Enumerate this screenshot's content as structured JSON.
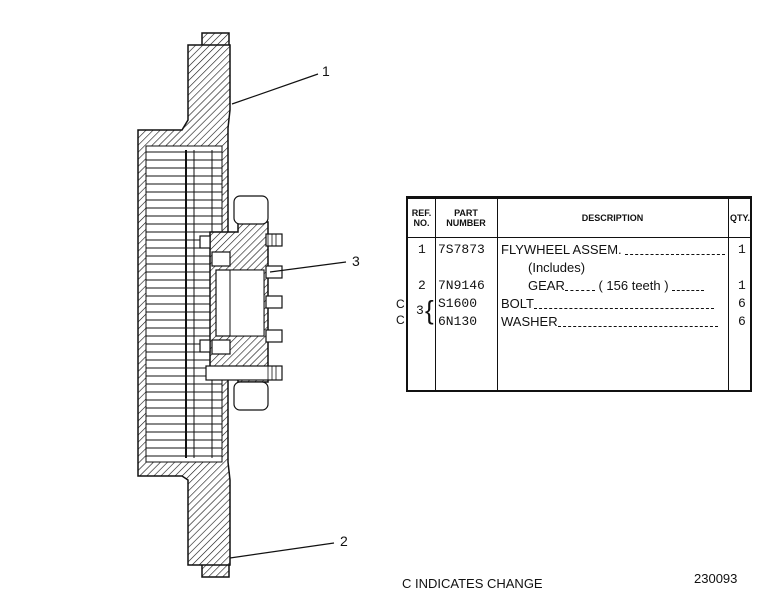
{
  "callouts": {
    "c1": "1",
    "c2": "2",
    "c3": "3"
  },
  "table": {
    "headers": {
      "ref": "REF. NO.",
      "part": "PART NUMBER",
      "desc": "DESCRIPTION",
      "qty": "QTY."
    },
    "rows": [
      {
        "ref": "1",
        "part": "7S7873",
        "desc": "FLYWHEEL ASSEM.",
        "qty": "1"
      },
      {
        "ref": "",
        "part": "",
        "desc": "(Includes)",
        "qty": ""
      },
      {
        "ref": "2",
        "part": "7N9146",
        "desc": "GEAR",
        "note": "( 156 teeth )",
        "qty": "1"
      },
      {
        "ref": "3",
        "part": "S1600",
        "desc": "BOLT",
        "qty": "6"
      },
      {
        "ref": "",
        "part": "6N130",
        "desc": "WASHER",
        "qty": "6"
      }
    ],
    "change_marks": [
      "C",
      "C"
    ]
  },
  "footer": {
    "note": "C INDICATES CHANGE",
    "figure_number": "230093"
  }
}
